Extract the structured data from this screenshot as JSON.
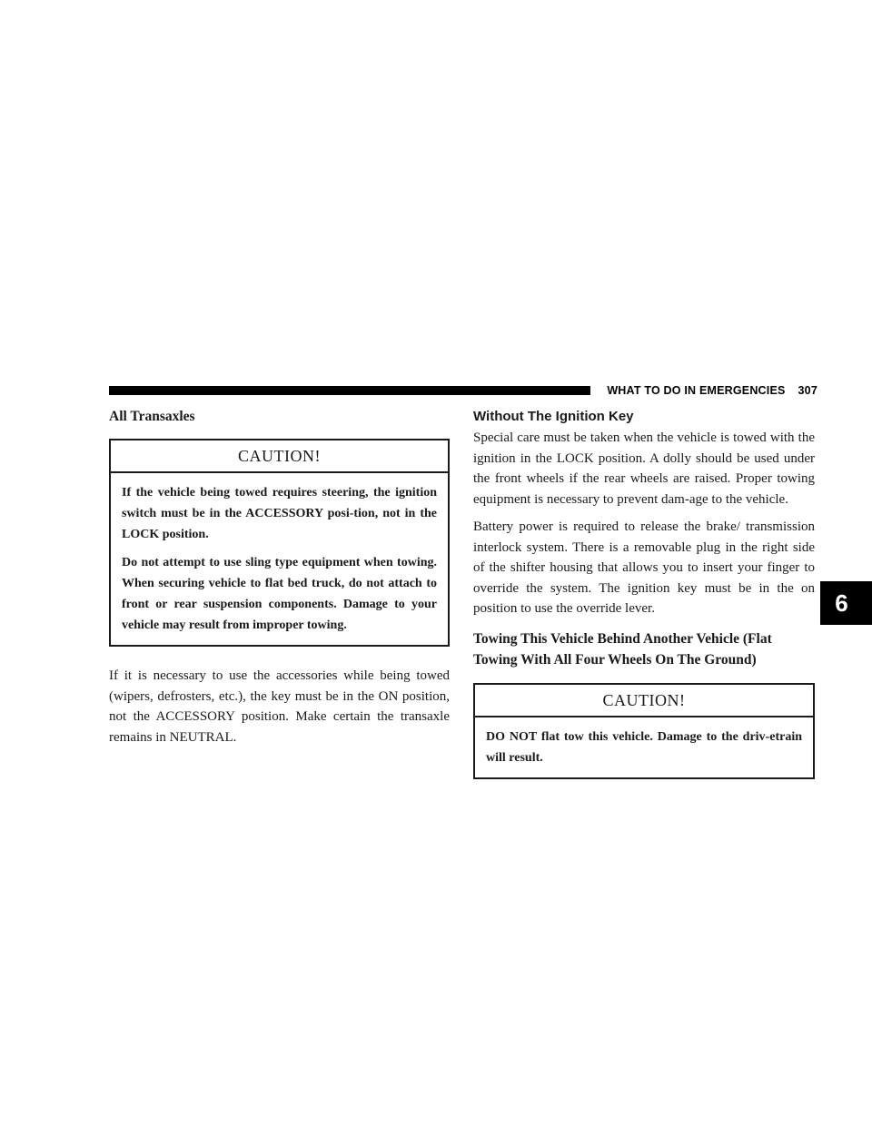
{
  "header": {
    "section_title": "WHAT TO DO IN EMERGENCIES",
    "page_number": "307"
  },
  "chapter_tab": "6",
  "left_column": {
    "heading": "All Transaxles",
    "caution": {
      "title": "CAUTION!",
      "paragraphs": [
        "If the vehicle being towed requires steering, the ignition switch must be in the ACCESSORY posi-tion, not in the LOCK position.",
        "Do not attempt to use sling type equipment when towing. When securing vehicle to flat bed truck, do not attach to front or rear suspension components. Damage to your vehicle may result from improper towing."
      ]
    },
    "paragraph": "If it is necessary to use the accessories while being towed (wipers, defrosters, etc.), the key must be in the ON position, not the ACCESSORY position. Make certain the transaxle remains in NEUTRAL."
  },
  "right_column": {
    "heading": "Without The Ignition Key",
    "paragraphs": [
      "Special care must be taken when the vehicle is towed with the ignition in the LOCK position. A dolly should be used under the front wheels if the rear wheels are raised. Proper towing equipment is necessary to prevent dam-age to the vehicle.",
      "Battery power is required to release the brake/ transmission interlock system. There is a removable plug in the right side of the shifter housing that allows you to insert your finger to override the system. The ignition key must be in the on position to use the override lever."
    ],
    "subheading": "Towing This Vehicle Behind Another Vehicle (Flat Towing With All Four Wheels On The Ground)",
    "caution": {
      "title": "CAUTION!",
      "paragraphs": [
        "DO NOT flat tow this vehicle. Damage to the driv-etrain will result."
      ]
    }
  }
}
